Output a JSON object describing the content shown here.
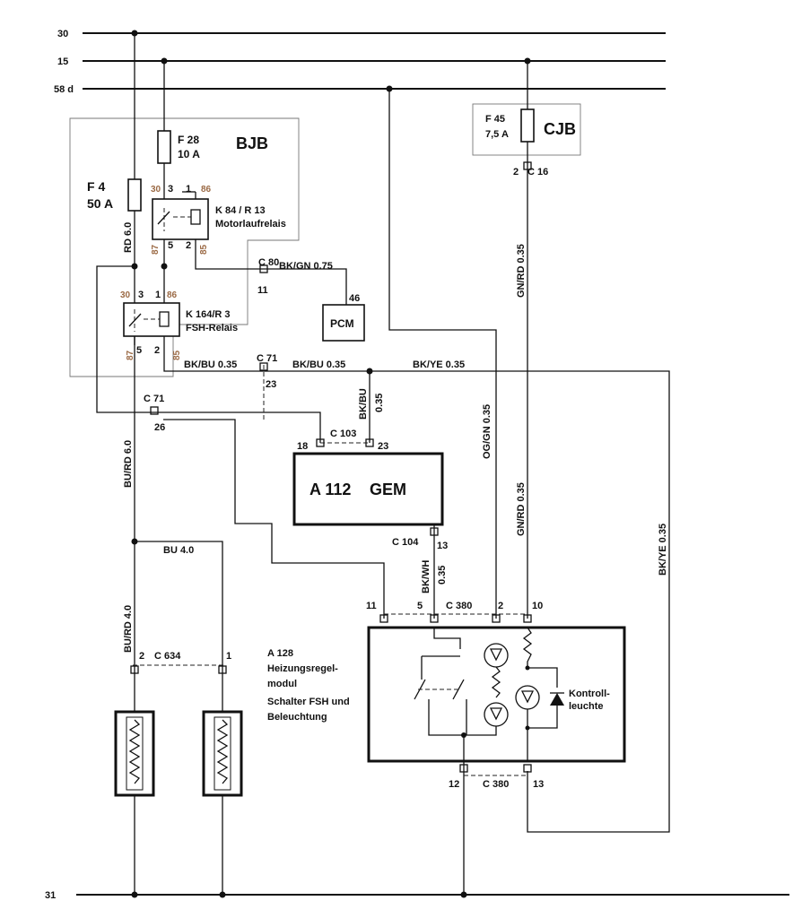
{
  "rails": {
    "r30": "30",
    "r15": "15",
    "r58d": "58 d",
    "r31": "31"
  },
  "bjb": {
    "title": "BJB"
  },
  "cjb": {
    "title": "CJB"
  },
  "fuses": {
    "f28_name": "F 28",
    "f28_rating": "10 A",
    "f4_name": "F 4",
    "f4_rating": "50 A",
    "f45_name": "F 45",
    "f45_rating": "7,5 A"
  },
  "relays": {
    "k84_name": "K 84 / R 13",
    "k84_desc": "Motorlaufrelais",
    "k164_name": "K 164/R 3",
    "k164_desc": "FSH-Relais"
  },
  "pins": {
    "p30": "30",
    "p87": "87",
    "p86": "86",
    "p85": "85",
    "n1": "1",
    "n2": "2",
    "n3": "3",
    "n5": "5",
    "n10": "10",
    "n11": "11",
    "n12": "12",
    "n13": "13",
    "n18": "18",
    "n23": "23",
    "n26": "26",
    "n46": "46"
  },
  "connectors": {
    "c16": "C 16",
    "c80": "C 80",
    "c71": "C 71",
    "c103": "C 103",
    "c104": "C 104",
    "c380": "C 380",
    "c634": "C 634"
  },
  "wires": {
    "rd60": "RD 6.0",
    "bkgn075": "BK/GN 0.75",
    "bkbu035": "BK/BU 0.35",
    "bkyl035": "BK/YE 0.35",
    "bkbu": "BK/BU",
    "v035": "0.35",
    "ogn035": "OG/GN 0.35",
    "gnrd035": "GN/RD 0.35",
    "burd60": "BU/RD 6.0",
    "bu40": "BU 4.0",
    "burd40": "BU/RD 4.0",
    "bkwh": "BK/WH"
  },
  "modules": {
    "pcm": "PCM",
    "a112": "A 112",
    "gem": "GEM",
    "a128_line1": "A 128",
    "a128_line2": "Heizungsregel-",
    "a128_line3": "modul",
    "a128_line4": "Schalter FSH und",
    "a128_line5": "Beleuchtung",
    "kontroll1": "Kontroll-",
    "kontroll2": "leuchte"
  }
}
